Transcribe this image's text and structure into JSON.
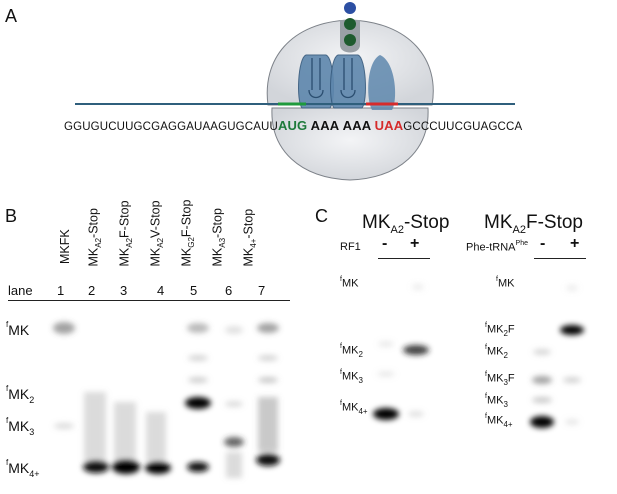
{
  "panels": {
    "a": "A",
    "b": "B",
    "c": "C"
  },
  "panel_a": {
    "sequence_pre": "GGUGUCUUGCGAGGAUAAGUGCAUU",
    "codon_start": "AUG",
    "codon_a1": "AAA",
    "codon_a2": "AAA",
    "codon_stop": "UAA",
    "sequence_post": "GCCCUUCGUAGCCA",
    "colors": {
      "start": "#1e7a3a",
      "stop": "#d62b2b",
      "mrna": "#2f5f7c",
      "ribosome": "#dfe2e6"
    }
  },
  "panel_b": {
    "lane_heading": "lane",
    "lanes": [
      {
        "num": "1",
        "label": "MKFK"
      },
      {
        "num": "2",
        "label": "MK",
        "sub": "A2",
        "suffix": "-Stop"
      },
      {
        "num": "3",
        "label": "MK",
        "sub": "A2",
        "suffix": "F-Stop"
      },
      {
        "num": "4",
        "label": "MK",
        "sub": "A2",
        "suffix": "V-Stop"
      },
      {
        "num": "5",
        "label": "MK",
        "sub": "G2",
        "suffix": "F-Stop"
      },
      {
        "num": "6",
        "label": "MK",
        "sub": "A3",
        "suffix": "-Stop"
      },
      {
        "num": "7",
        "label": "MK",
        "sub": "4+",
        "suffix": "-Stop"
      }
    ],
    "band_labels": [
      {
        "sup": "f",
        "main": "MK",
        "sub": ""
      },
      {
        "sup": "f",
        "main": "MK",
        "sub": "2"
      },
      {
        "sup": "f",
        "main": "MK",
        "sub": "3"
      },
      {
        "sup": "f",
        "main": "MK",
        "sub": "4+"
      }
    ]
  },
  "panel_c": {
    "left": {
      "title_main": "MK",
      "title_sub": "A2",
      "title_suffix": "-Stop",
      "reagent": "RF1",
      "minus": "-",
      "plus": "+",
      "band_labels": [
        {
          "sup": "f",
          "main": "MK",
          "sub": ""
        },
        {
          "sup": "f",
          "main": "MK",
          "sub": "2"
        },
        {
          "sup": "f",
          "main": "MK",
          "sub": "3"
        },
        {
          "sup": "f",
          "main": "MK",
          "sub": "4+"
        }
      ]
    },
    "right": {
      "title_main": "MK",
      "title_sub": "A2",
      "title_suffix": "F-Stop",
      "reagent": "Phe-tRNA",
      "reagent_sup": "Phe",
      "minus": "-",
      "plus": "+",
      "band_labels": [
        {
          "sup": "f",
          "main": "MK",
          "sub": "",
          "tail": ""
        },
        {
          "sup": "f",
          "main": "MK",
          "sub": "2",
          "tail": "F"
        },
        {
          "sup": "f",
          "main": "MK",
          "sub": "2",
          "tail": ""
        },
        {
          "sup": "f",
          "main": "MK",
          "sub": "3",
          "tail": "F"
        },
        {
          "sup": "f",
          "main": "MK",
          "sub": "3",
          "tail": ""
        },
        {
          "sup": "f",
          "main": "MK",
          "sub": "4+",
          "tail": ""
        }
      ]
    }
  }
}
